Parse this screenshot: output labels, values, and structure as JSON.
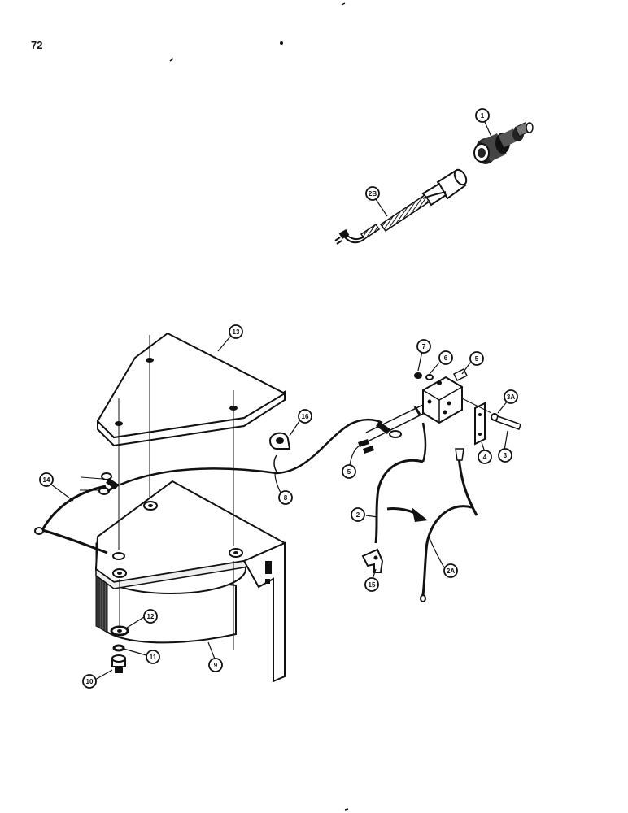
{
  "page": {
    "number": "72"
  },
  "callouts": [
    {
      "id": "c1",
      "label": "1"
    },
    {
      "id": "c2B",
      "label": "2B"
    },
    {
      "id": "c13",
      "label": "13"
    },
    {
      "id": "c7",
      "label": "7"
    },
    {
      "id": "c6",
      "label": "6"
    },
    {
      "id": "c5a",
      "label": "5"
    },
    {
      "id": "c3A",
      "label": "3A"
    },
    {
      "id": "c16",
      "label": "16"
    },
    {
      "id": "c5b",
      "label": "5"
    },
    {
      "id": "c4",
      "label": "4"
    },
    {
      "id": "c3",
      "label": "3"
    },
    {
      "id": "c14",
      "label": "14"
    },
    {
      "id": "c8",
      "label": "8"
    },
    {
      "id": "c2",
      "label": "2"
    },
    {
      "id": "c15",
      "label": "15"
    },
    {
      "id": "c2A",
      "label": "2A"
    },
    {
      "id": "c12",
      "label": "12"
    },
    {
      "id": "c11",
      "label": "11"
    },
    {
      "id": "c10",
      "label": "10"
    },
    {
      "id": "c9",
      "label": "9"
    }
  ]
}
